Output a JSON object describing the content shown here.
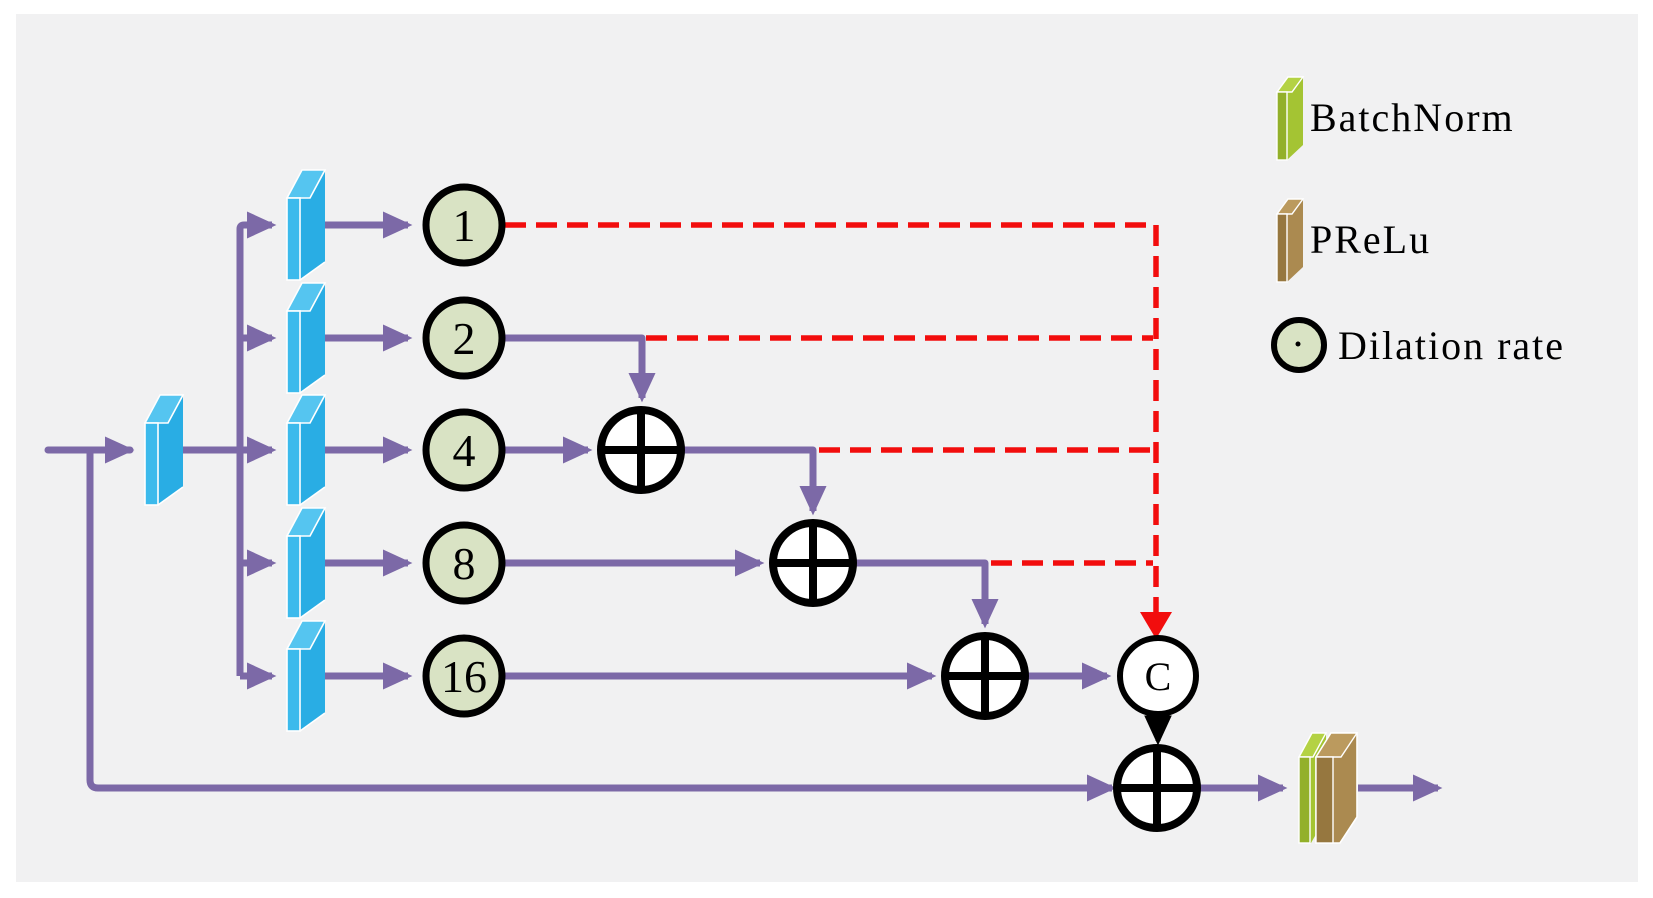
{
  "diagram": {
    "description": "Dilated convolution residual block with cascaded summations and concatenation"
  },
  "nodes": {
    "dilation_rates": [
      "1",
      "2",
      "4",
      "8",
      "16"
    ],
    "concat_label": "C"
  },
  "legend": {
    "items": [
      {
        "label": "BatchNorm",
        "icon": "batchnorm-slab-icon",
        "color": "#a4c433"
      },
      {
        "label": "PReLu",
        "icon": "prelu-slab-icon",
        "color": "#ab8a50"
      },
      {
        "label": "Dilation rate",
        "icon": "dilation-rate-circle-icon",
        "color": "#d9e3c4"
      }
    ]
  },
  "colors": {
    "page": "#ffffff",
    "panel_background": "#f1f1f2",
    "arrow_purple": "#7c69a7",
    "conv_box_cyan": "#29ade4",
    "dashed_red": "#f20d0d",
    "dilation_circle_fill": "#d9e3c4",
    "node_stroke": "#000000",
    "batchnorm_green": "#a4c433",
    "prelu_brown": "#ab8a50"
  }
}
